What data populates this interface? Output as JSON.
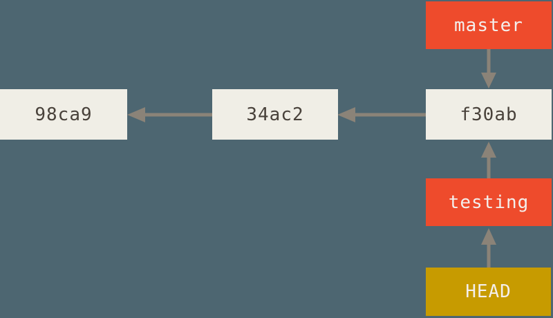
{
  "colors": {
    "background": "#4d6671",
    "commit_box": "#f0eee6",
    "commit_text": "#49423b",
    "branch_box": "#ee4b2c",
    "branch_text": "#f4efec",
    "head_box": "#c79b00",
    "head_text": "#f4efec",
    "arrow": "#8b8378"
  },
  "commits": [
    {
      "id": "98ca9"
    },
    {
      "id": "34ac2"
    },
    {
      "id": "f30ab"
    }
  ],
  "branch_labels": [
    {
      "name": "master",
      "points_to": "f30ab"
    },
    {
      "name": "testing",
      "points_to": "f30ab"
    }
  ],
  "head_label": {
    "name": "HEAD",
    "points_to": "testing"
  },
  "arrows": [
    {
      "from": "f30ab",
      "to": "34ac2",
      "direction": "left"
    },
    {
      "from": "34ac2",
      "to": "98ca9",
      "direction": "left"
    },
    {
      "from": "master",
      "to": "f30ab",
      "direction": "down"
    },
    {
      "from": "testing",
      "to": "f30ab",
      "direction": "up"
    },
    {
      "from": "HEAD",
      "to": "testing",
      "direction": "up"
    }
  ]
}
